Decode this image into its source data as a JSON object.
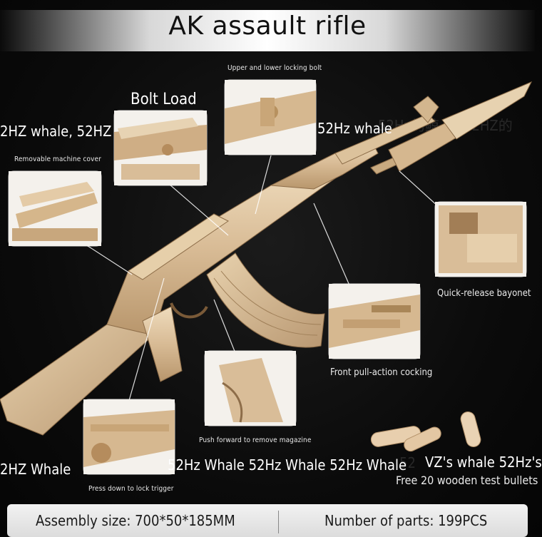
{
  "title": "AK assault rifle",
  "labels": {
    "bolt_load": "Bolt Load",
    "upper_lower_locking_bolt": "Upper and lower locking bolt",
    "whale_left": "2HZ whale, 52HZ",
    "whale_right": "52Hz whale",
    "removable_cover": "Removable machine cover",
    "quick_release_bayonet": "Quick-release bayonet",
    "front_pull_cocking": "Front pull-action cocking",
    "push_forward_magazine": "Push forward to remove magazine",
    "press_down_trigger": "Press down to lock trigger",
    "whale_bottom_left": "2HZ Whale",
    "whale_bottom_center": "52Hz Whale 52Hz Whale 52Hz Whale",
    "vz_whale": "VZ's whale 52Hz's",
    "free_bullets": "Free 20 wooden test bullets"
  },
  "watermarks": {
    "wm_a": "52Hz的鲸",
    "wm_b": "52HZ的",
    "wm_c": "52"
  },
  "specs": {
    "assembly_size": "Assembly size: 700*50*185MM",
    "parts_count": "Number of parts: 199PCS"
  },
  "colors": {
    "wood_light": "#e9d4b4",
    "wood_mid": "#cfb089",
    "wood_dark": "#a88660",
    "background": "#0b0b0b",
    "title_band": "#ffffff"
  }
}
